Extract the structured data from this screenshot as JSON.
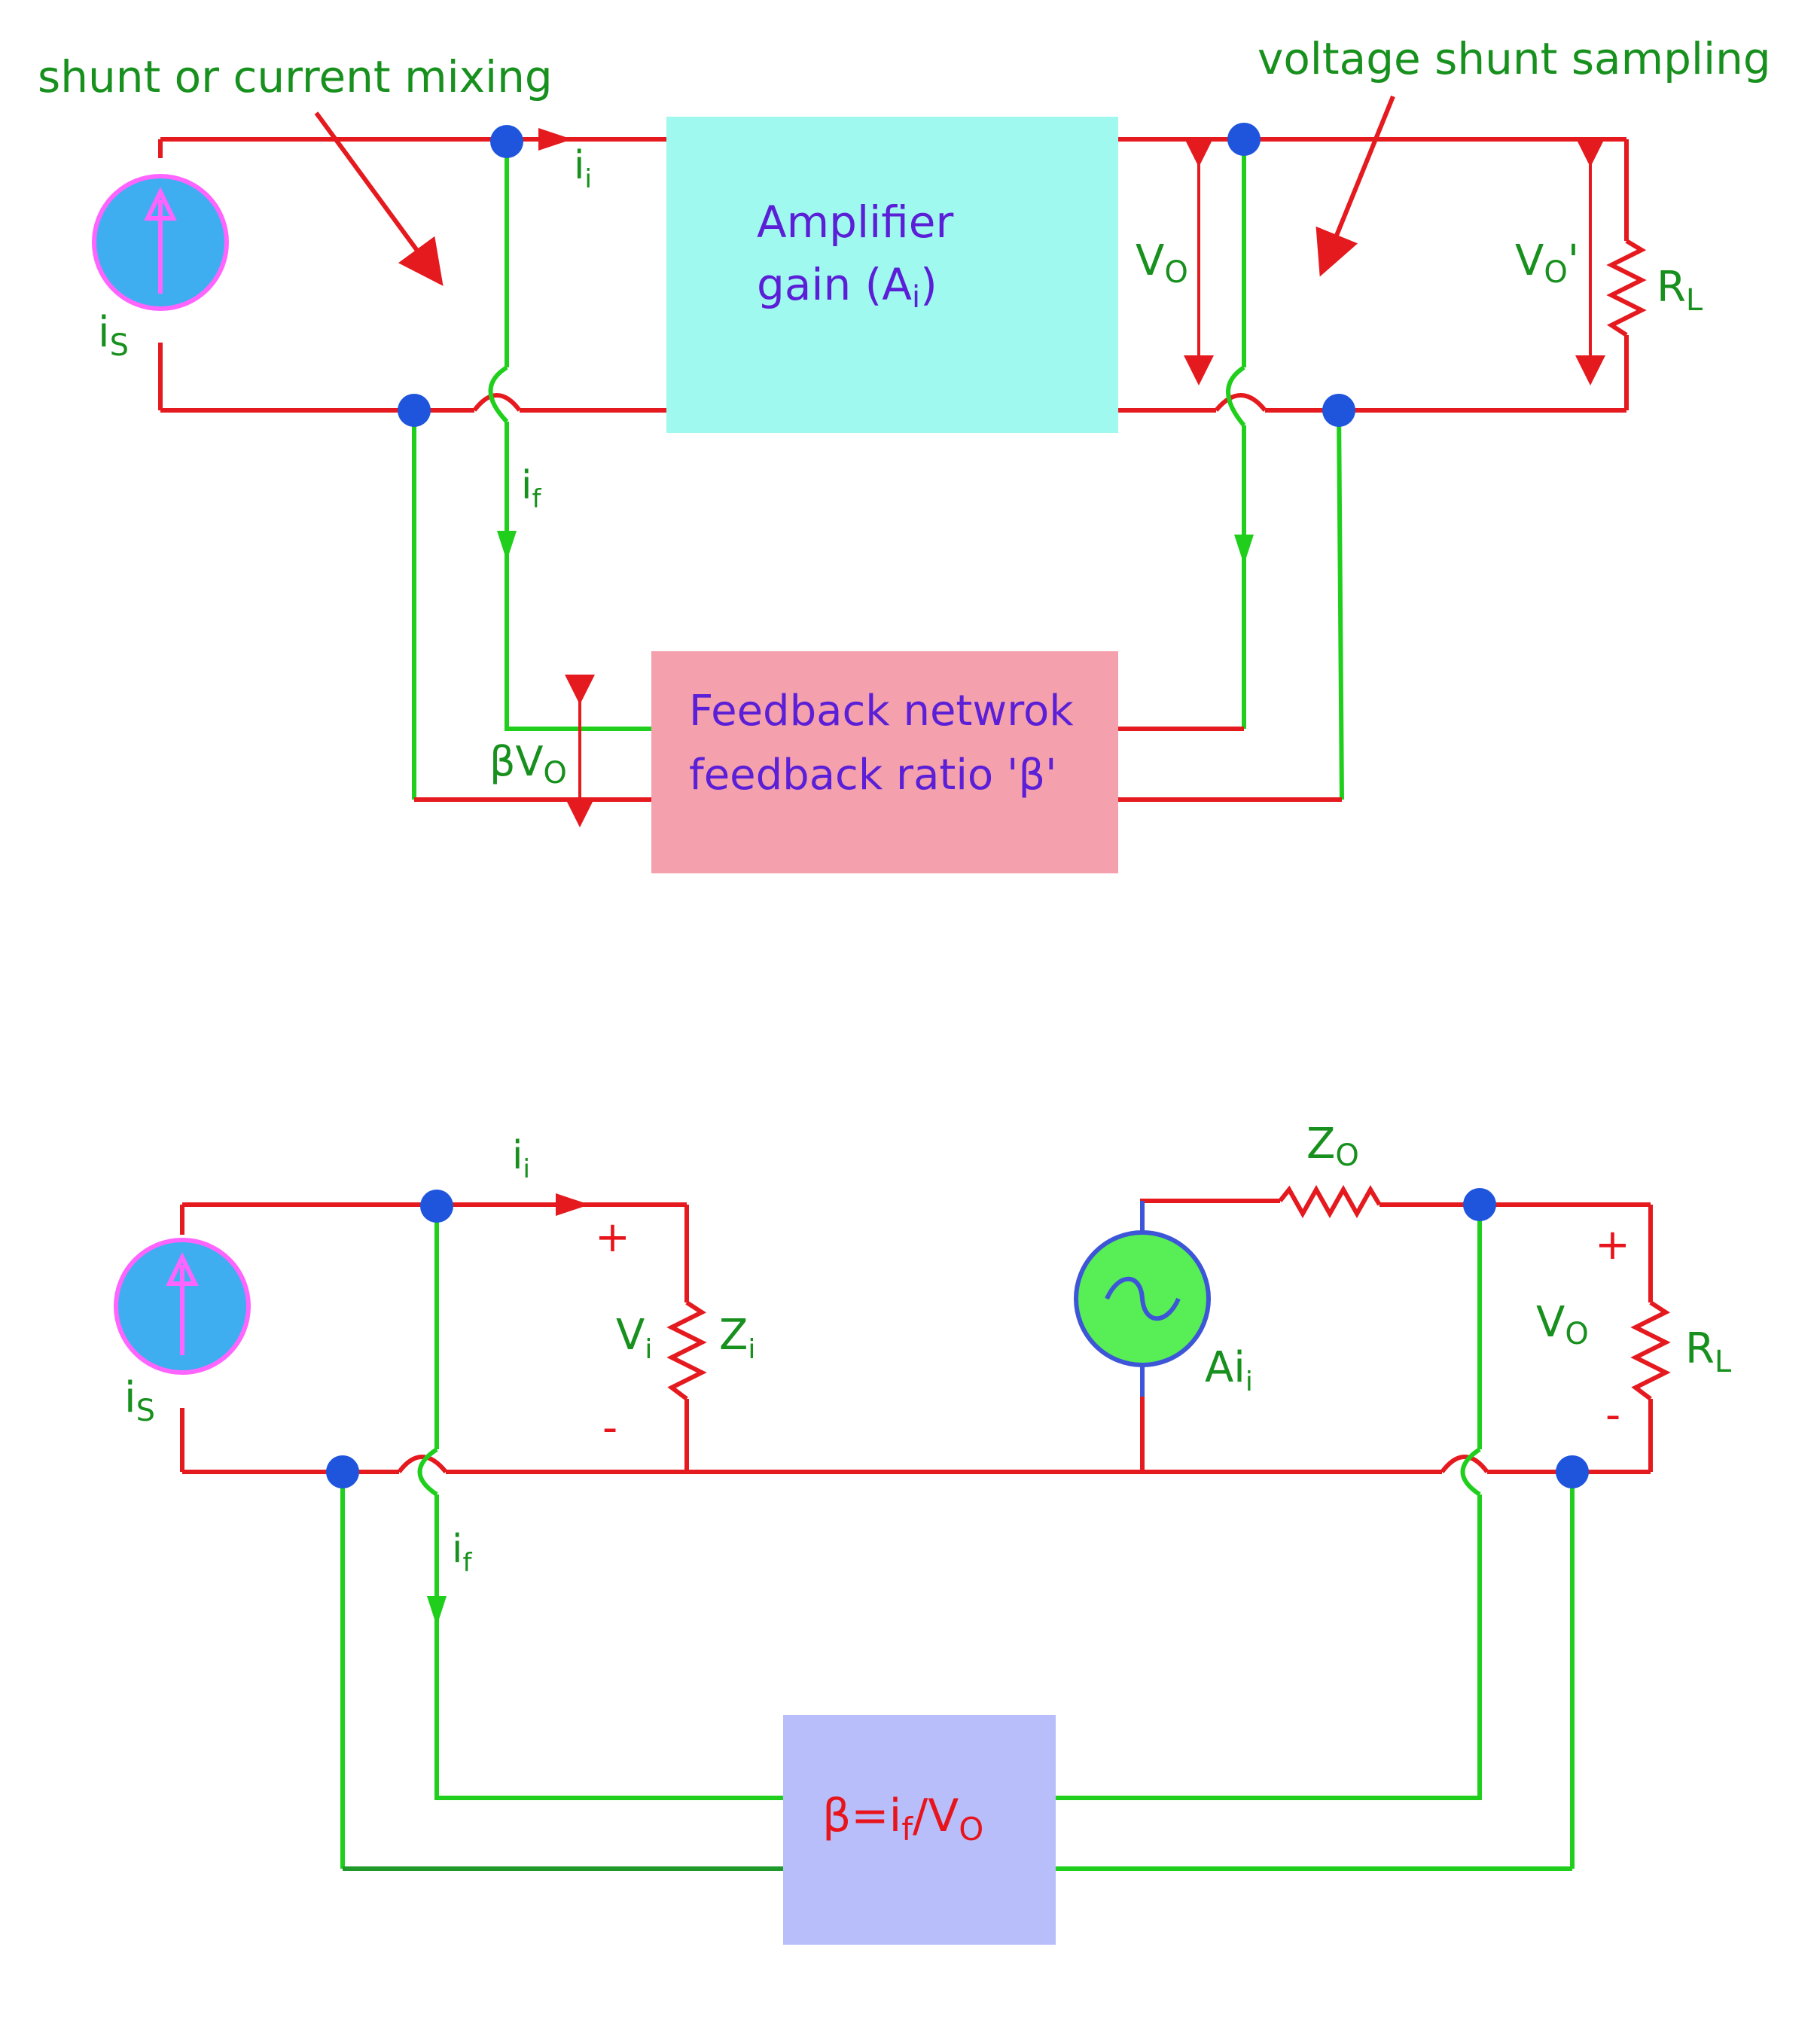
{
  "colors": {
    "wire_red": "#e51a1f",
    "wire_green": "#1fcf1c",
    "label_green": "#17901e",
    "label_purple": "#5a1fd6",
    "label_red": "#e8141b",
    "amplifier_fill": "#a0f9ee",
    "feedback_fill": "#f4a0ad",
    "beta_box_fill": "#b7befa",
    "source_fill": "#3eaef0",
    "ac_source_fill": "#58ee55",
    "node": "#1f55dd"
  },
  "top": {
    "annotation_left": "shunt or current mixing",
    "annotation_right": "voltage shunt sampling",
    "amplifier": {
      "line1": "Amplifier",
      "line2_main": "gain (A",
      "line2_sub": "i",
      "line2_end": ")"
    },
    "feedback": {
      "line1": "Feedback netwrok",
      "line2": "feedback ratio 'β'"
    },
    "is": {
      "main": "i",
      "sub": "S"
    },
    "ii": {
      "main": "i",
      "sub": "i"
    },
    "if": {
      "main": "i",
      "sub": "f"
    },
    "vo": {
      "main": "V",
      "sub": "O"
    },
    "vo_prime": {
      "main": "V",
      "sub": "O",
      "suffix": "'"
    },
    "rl": {
      "main": "R",
      "sub": "L"
    },
    "beta_vo": {
      "main": "βV",
      "sub": "O"
    }
  },
  "bottom": {
    "is": {
      "main": "i",
      "sub": "S"
    },
    "ii": {
      "main": "i",
      "sub": "i"
    },
    "if": {
      "main": "i",
      "sub": "f"
    },
    "vi": {
      "main": "V",
      "sub": "i"
    },
    "zi": {
      "main": "Z",
      "sub": "i"
    },
    "zo": {
      "main": "Z",
      "sub": "O"
    },
    "ai": {
      "main": "Ai",
      "sub": "i"
    },
    "vo": {
      "main": "V",
      "sub": "O"
    },
    "rl": {
      "main": "R",
      "sub": "L"
    },
    "plus_in": "+",
    "minus_in": "-",
    "plus_out": "+",
    "minus_out": "-",
    "beta_formula": {
      "p1": "β=i",
      "s1": "f",
      "p2": "/V",
      "s2": "O"
    }
  }
}
